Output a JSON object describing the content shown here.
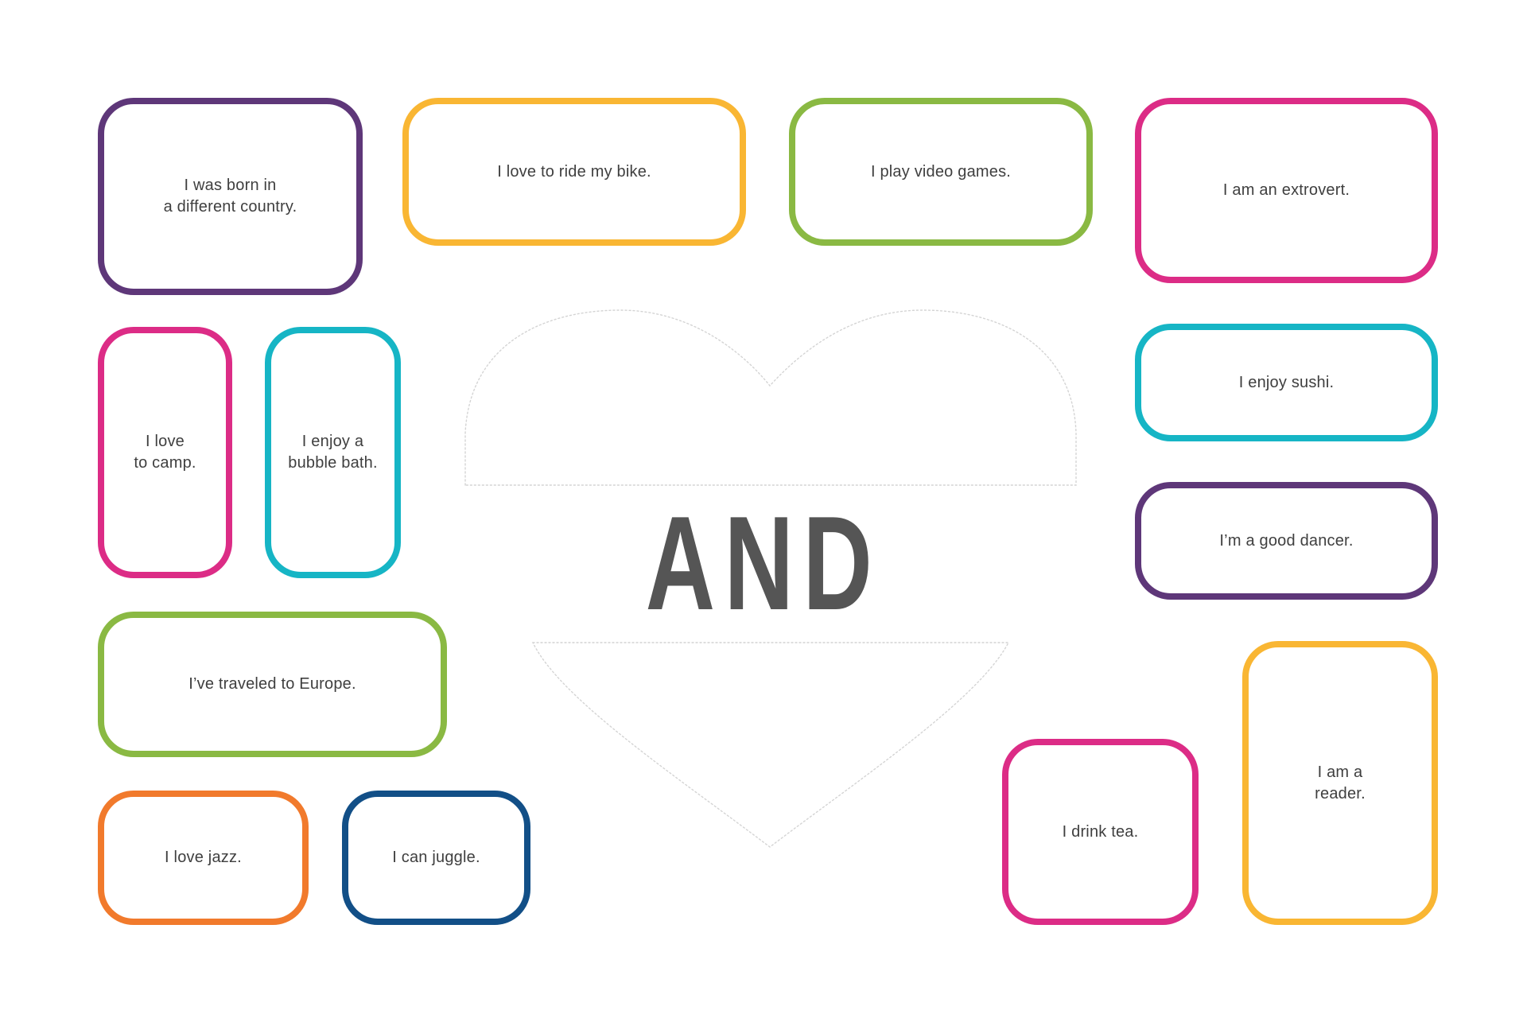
{
  "center_word": "AND",
  "colors": {
    "purple": "#5e3779",
    "yellow": "#f9b633",
    "green": "#8ab943",
    "pink": "#dc2c86",
    "teal": "#16b5c5",
    "orange": "#f17a2c",
    "blue": "#124f87",
    "text": "#3f3f3f",
    "and_text": "#555555",
    "heart_outline": "#d4d4d4"
  },
  "cards": {
    "born": {
      "text": "I was born in\na different country.",
      "color": "purple"
    },
    "bike": {
      "text": "I love to ride my bike.",
      "color": "yellow"
    },
    "games": {
      "text": "I play video games.",
      "color": "green"
    },
    "extrovert": {
      "text": "I am an extrovert.",
      "color": "pink"
    },
    "camp": {
      "text": "I love\nto camp.",
      "color": "pink"
    },
    "bath": {
      "text": "I enjoy a\nbubble bath.",
      "color": "teal"
    },
    "sushi": {
      "text": "I enjoy sushi.",
      "color": "teal"
    },
    "dancer": {
      "text": "I’m a good dancer.",
      "color": "purple"
    },
    "europe": {
      "text": "I’ve traveled to Europe.",
      "color": "green"
    },
    "jazz": {
      "text": "I love jazz.",
      "color": "orange"
    },
    "juggle": {
      "text": "I can juggle.",
      "color": "blue"
    },
    "tea": {
      "text": "I drink tea.",
      "color": "pink"
    },
    "reader": {
      "text": "I am a\nreader.",
      "color": "yellow"
    }
  }
}
